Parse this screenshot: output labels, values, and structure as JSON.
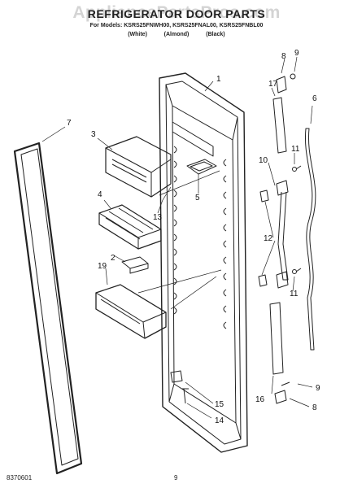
{
  "header": {
    "title": "REFRIGERATOR DOOR PARTS",
    "watermark": "AppliancePartsPros.com",
    "models": "For Models: KSRS25FNWH00, KSRS25FNAL00, KSRS25FNBL00",
    "colors": [
      "(White)",
      "(Almond)",
      "(Black)"
    ]
  },
  "callouts": {
    "1": "1",
    "2": "2",
    "3": "3",
    "4": "4",
    "5": "5",
    "6": "6",
    "7": "7",
    "8": "8",
    "9": "9",
    "10": "10",
    "11": "11",
    "12": "12",
    "13": "13",
    "14": "14",
    "15": "15",
    "16": "16",
    "17": "17",
    "19": "19"
  },
  "footer": {
    "doc_number": "8370601",
    "page": "9"
  }
}
